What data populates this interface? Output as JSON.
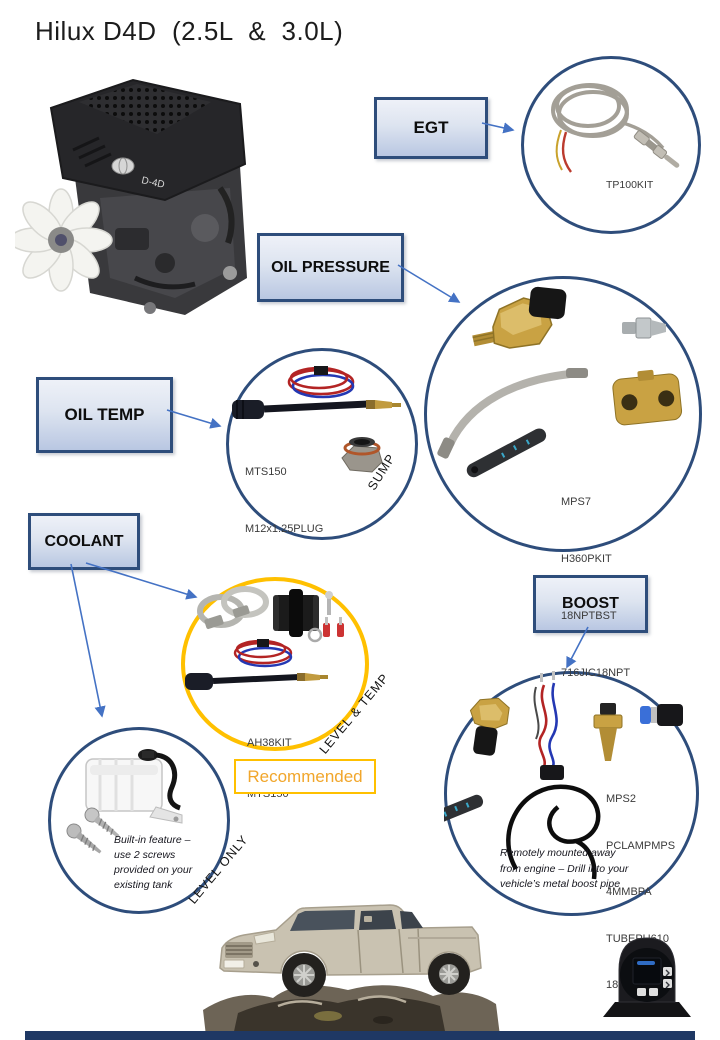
{
  "title": "Hilux D4D  (2.5L  &  3.0L)",
  "engine_badge": "D-4D",
  "boxes": {
    "egt": "EGT",
    "oil_pressure": "OIL PRESSURE",
    "oil_temp": "OIL TEMP",
    "coolant": "COOLANT",
    "boost": "BOOST"
  },
  "egt": {
    "part": "TP100KIT"
  },
  "oil_pressure": {
    "parts": [
      "MPS7",
      "H360PKIT",
      "18NPTBST",
      "716JIC18NPT"
    ]
  },
  "oil_temp": {
    "parts": [
      "MTS150",
      "M12x1.25PLUG"
    ],
    "location_tag": "SUMP"
  },
  "coolant_recommended": {
    "parts": [
      "AH38KIT",
      "MTS150"
    ],
    "location_tag": "LEVEL & TEMP",
    "badge": "Recommended"
  },
  "coolant_level_only": {
    "note": "Built-in feature –\nuse 2 screws\nprovided on your\nexisting tank",
    "location_tag": "LEVEL ONLY"
  },
  "boost": {
    "parts": [
      "MPS2",
      "PCLAMPMPS",
      "4MMBPA",
      "TUBEPU610",
      "18NPTF6PU"
    ],
    "note": "Remotely mounted away\nfrom engine – Drill into your\nvehicle’s metal boost pipe"
  },
  "colors": {
    "box_border": "#2E4D7B",
    "arrow": "#4472C4",
    "accent_gold": "#FFC000",
    "footer": "#1F3864"
  }
}
